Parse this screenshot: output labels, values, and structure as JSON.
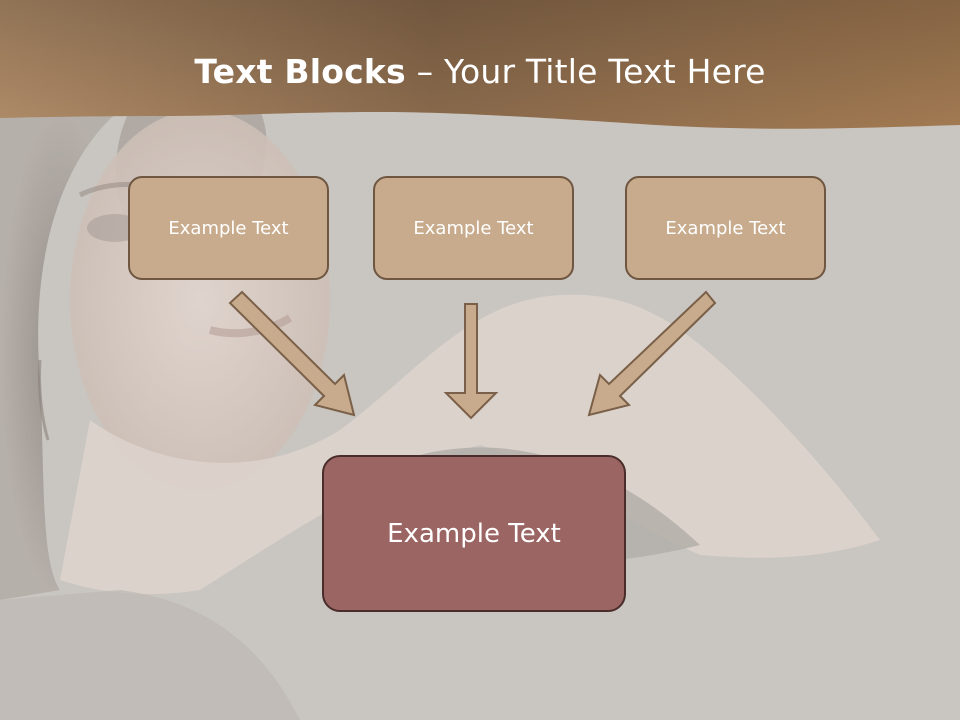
{
  "title": {
    "bold": "Text Blocks",
    "rest": " – Your Title Text Here"
  },
  "boxes": {
    "left": "Example Text",
    "middle": "Example Text",
    "right": "Example Text",
    "bottom": "Example Text"
  },
  "colors": {
    "header_band": "#a07c58",
    "background": "#c8c4c0",
    "small_box_fill": "#c8ab8c",
    "small_box_border": "#6f5640",
    "bottom_box_fill": "#9b6563",
    "bottom_box_border": "#4a2d2b",
    "arrow_fill": "#c8ab8c",
    "arrow_stroke": "#7a6048"
  },
  "background_image": "faded portrait photo of a woman"
}
